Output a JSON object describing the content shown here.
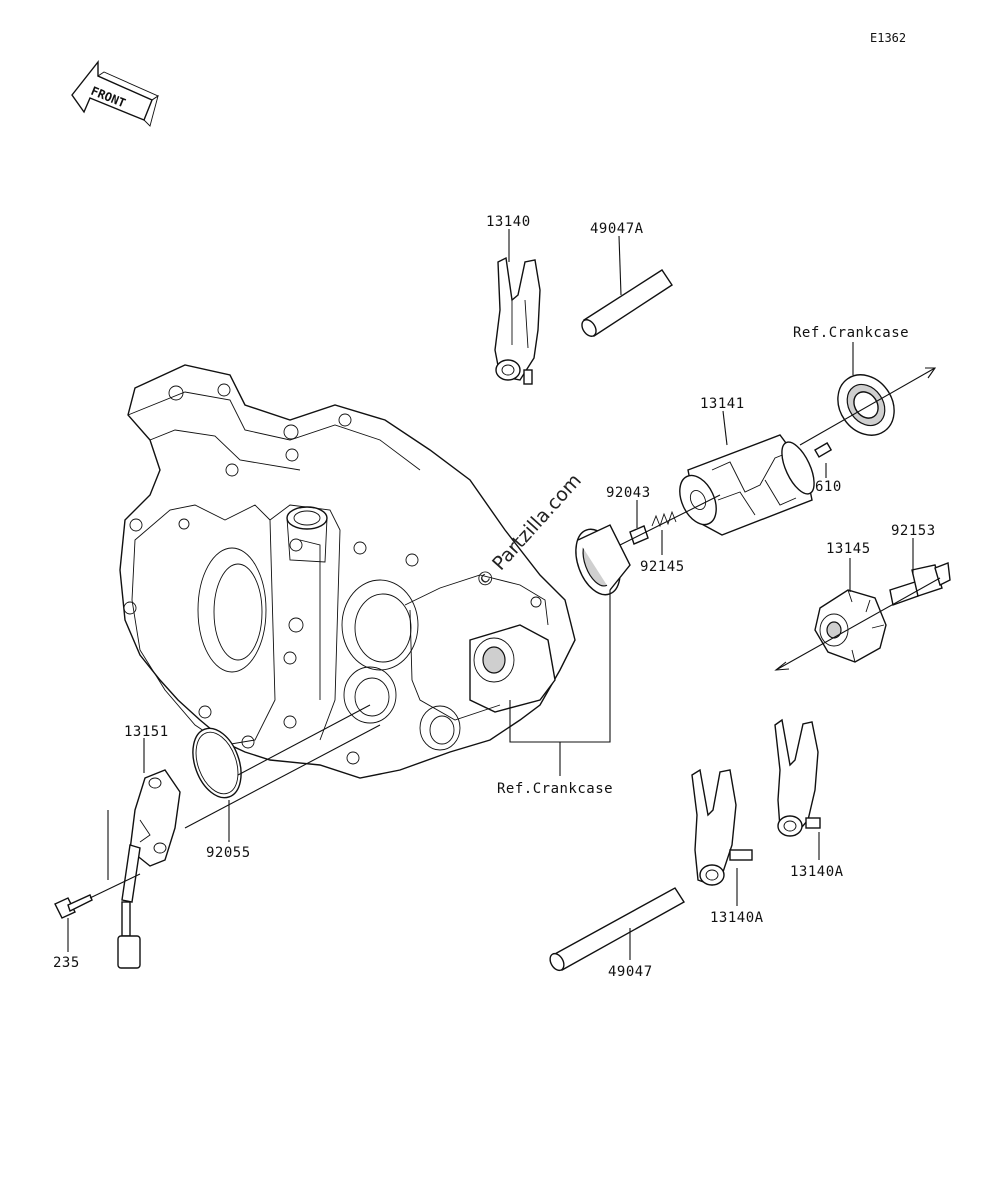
{
  "diagram": {
    "code": "E1362",
    "front_label": "FRONT",
    "watermark": "© Partzilla.com",
    "callouts": {
      "p13140": "13140",
      "p49047A": "49047A",
      "ref_crankcase_top": "Ref.Crankcase",
      "p13141": "13141",
      "p610": "610",
      "p92043": "92043",
      "p92145": "92145",
      "p92153": "92153",
      "p13145": "13145",
      "p13151": "13151",
      "p92055": "92055",
      "ref_crankcase_bottom": "Ref.Crankcase",
      "p235": "235",
      "p13140A_right": "13140A",
      "p13140A_left": "13140A",
      "p49047": "49047"
    }
  }
}
